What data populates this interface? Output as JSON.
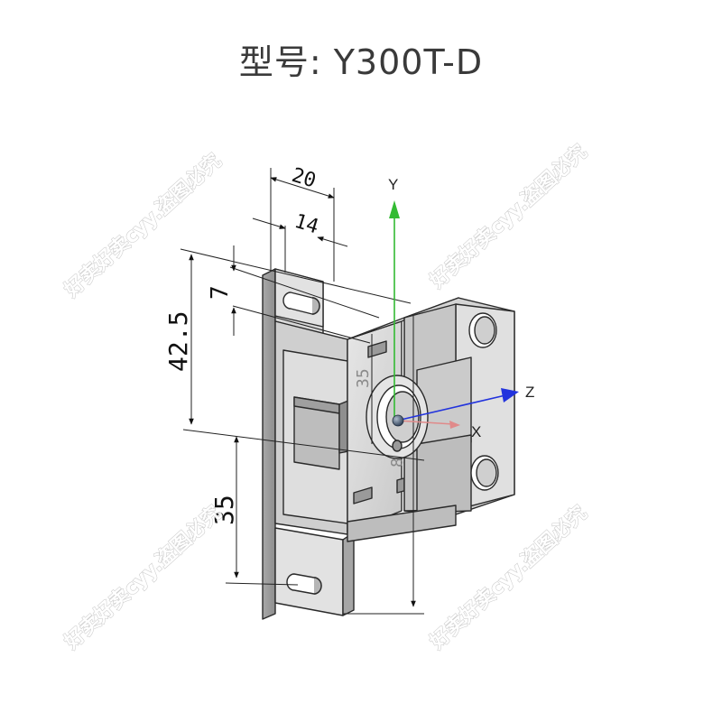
{
  "title": "型号: Y300T-D",
  "dimensions": {
    "d20": "20",
    "d14": "14",
    "d7": "7",
    "d42_5": "42.5",
    "d35_left": "35",
    "d35_inner": "35",
    "d8": "8"
  },
  "axes": {
    "x": "X",
    "y": "Y",
    "z": "Z"
  },
  "colors": {
    "y_axis": "#33bb33",
    "z_axis": "#2233dd",
    "x_axis": "#e08a8a",
    "part_fill": "#d6d6d6",
    "part_dark": "#9a9a9a",
    "outline": "#2a2a2a"
  },
  "watermark": "好卖好卖cyy.盗图必究"
}
